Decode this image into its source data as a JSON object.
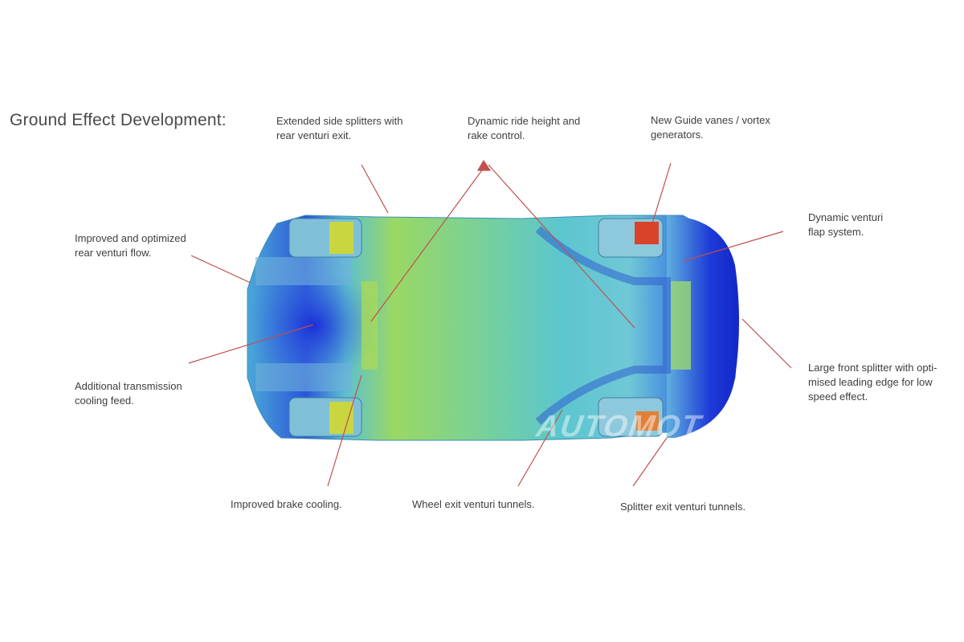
{
  "title": "Ground Effect Development:",
  "watermark": "AUTOMOT",
  "callouts": {
    "side_splitters": "Extended side splitters with\nrear venturi exit.",
    "ride_height": "Dynamic ride height and\nrake control.",
    "guide_vanes": "New Guide vanes / vortex\ngenerators.",
    "venturi_flap": "Dynamic venturi\nflap system.",
    "rear_venturi": "Improved and optimized\nrear venturi flow.",
    "transmission": "Additional transmission\ncooling feed.",
    "front_splitter": "Large front splitter with opti-\nmised leading edge for low\nspeed effect.",
    "brake_cooling": "Improved brake cooling.",
    "wheel_exit": "Wheel exit venturi tunnels.",
    "splitter_exit": "Splitter exit venturi tunnels."
  },
  "colors": {
    "arrow": "#c0504d",
    "deep_blue": "#1a2fd6",
    "mid_blue": "#3f7fe0",
    "cyan": "#5cc6cf",
    "green": "#8fd468",
    "yellow_green": "#b6d84a",
    "red": "#d9432a"
  }
}
